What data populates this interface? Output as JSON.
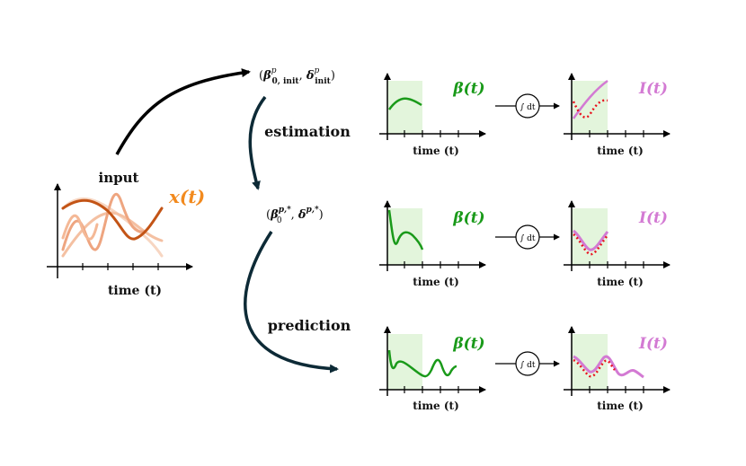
{
  "labels": {
    "input": "input",
    "estimation": "estimation",
    "prediction": "prediction",
    "time_axis": "time (t)"
  },
  "signals": {
    "x": "x(t)",
    "beta": "β(t)",
    "infected": "I(t)",
    "integral": "∫ dt"
  },
  "params": {
    "init": {
      "open": "(",
      "beta": "β",
      "beta_sup": "p",
      "beta_sub": "0, init",
      "sep": ", ",
      "delta": "δ",
      "delta_sup": "p",
      "delta_sub": "init",
      "close": ")"
    },
    "final": {
      "open": "(",
      "beta": "β",
      "beta_sup": "p,*",
      "beta_sub": "0",
      "sep": ", ",
      "delta": "δ",
      "delta_sup": "p,*",
      "close": ")"
    }
  },
  "colors": {
    "beta": "#1a9a1a",
    "infected": "#d37ad3",
    "observed": "#e8121e",
    "input": "#f28a1e",
    "shade": "#e3f5dc",
    "arrow": "#0d2a36"
  }
}
